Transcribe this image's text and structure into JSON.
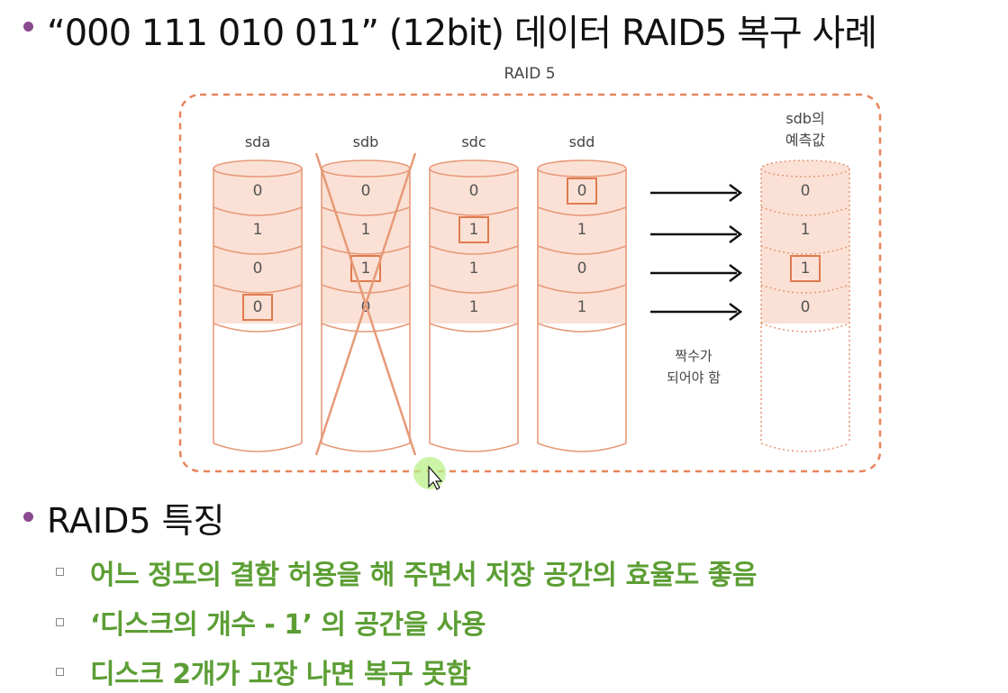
{
  "title": "“000 111 010 011” (12bit) 데이터 RAID5 복구 사례",
  "diagram": {
    "raid_label": "RAID 5",
    "disks": [
      {
        "name": "sda",
        "bits": [
          "0",
          "1",
          "0",
          "0"
        ],
        "boxed": 3
      },
      {
        "name": "sdb",
        "bits": [
          "0",
          "1",
          "1",
          "0"
        ],
        "boxed": 2,
        "failed": true
      },
      {
        "name": "sdc",
        "bits": [
          "0",
          "1",
          "1",
          "1"
        ],
        "boxed": 1
      },
      {
        "name": "sdd",
        "bits": [
          "0",
          "1",
          "0",
          "1"
        ],
        "boxed": 0
      }
    ],
    "predicted": {
      "label_line1": "sdb의",
      "label_line2": "예측값",
      "bits": [
        "0",
        "1",
        "1",
        "0"
      ],
      "boxed": 2
    },
    "note_line1": "짝수가",
    "note_line2": "되어야 함",
    "colors": {
      "accent": "#e8845a",
      "fill": "#fbe1d5",
      "stroke": "#e69a78"
    }
  },
  "features": {
    "heading": "RAID5 특징",
    "items": [
      "어느 정도의 결함 허용을 해 주면서 저장 공간의 효율도 좋음",
      "‘디스크의 개수 - 1’ 의 공간을 사용",
      "디스크 2개가 고장 나면 복구 못함"
    ]
  }
}
